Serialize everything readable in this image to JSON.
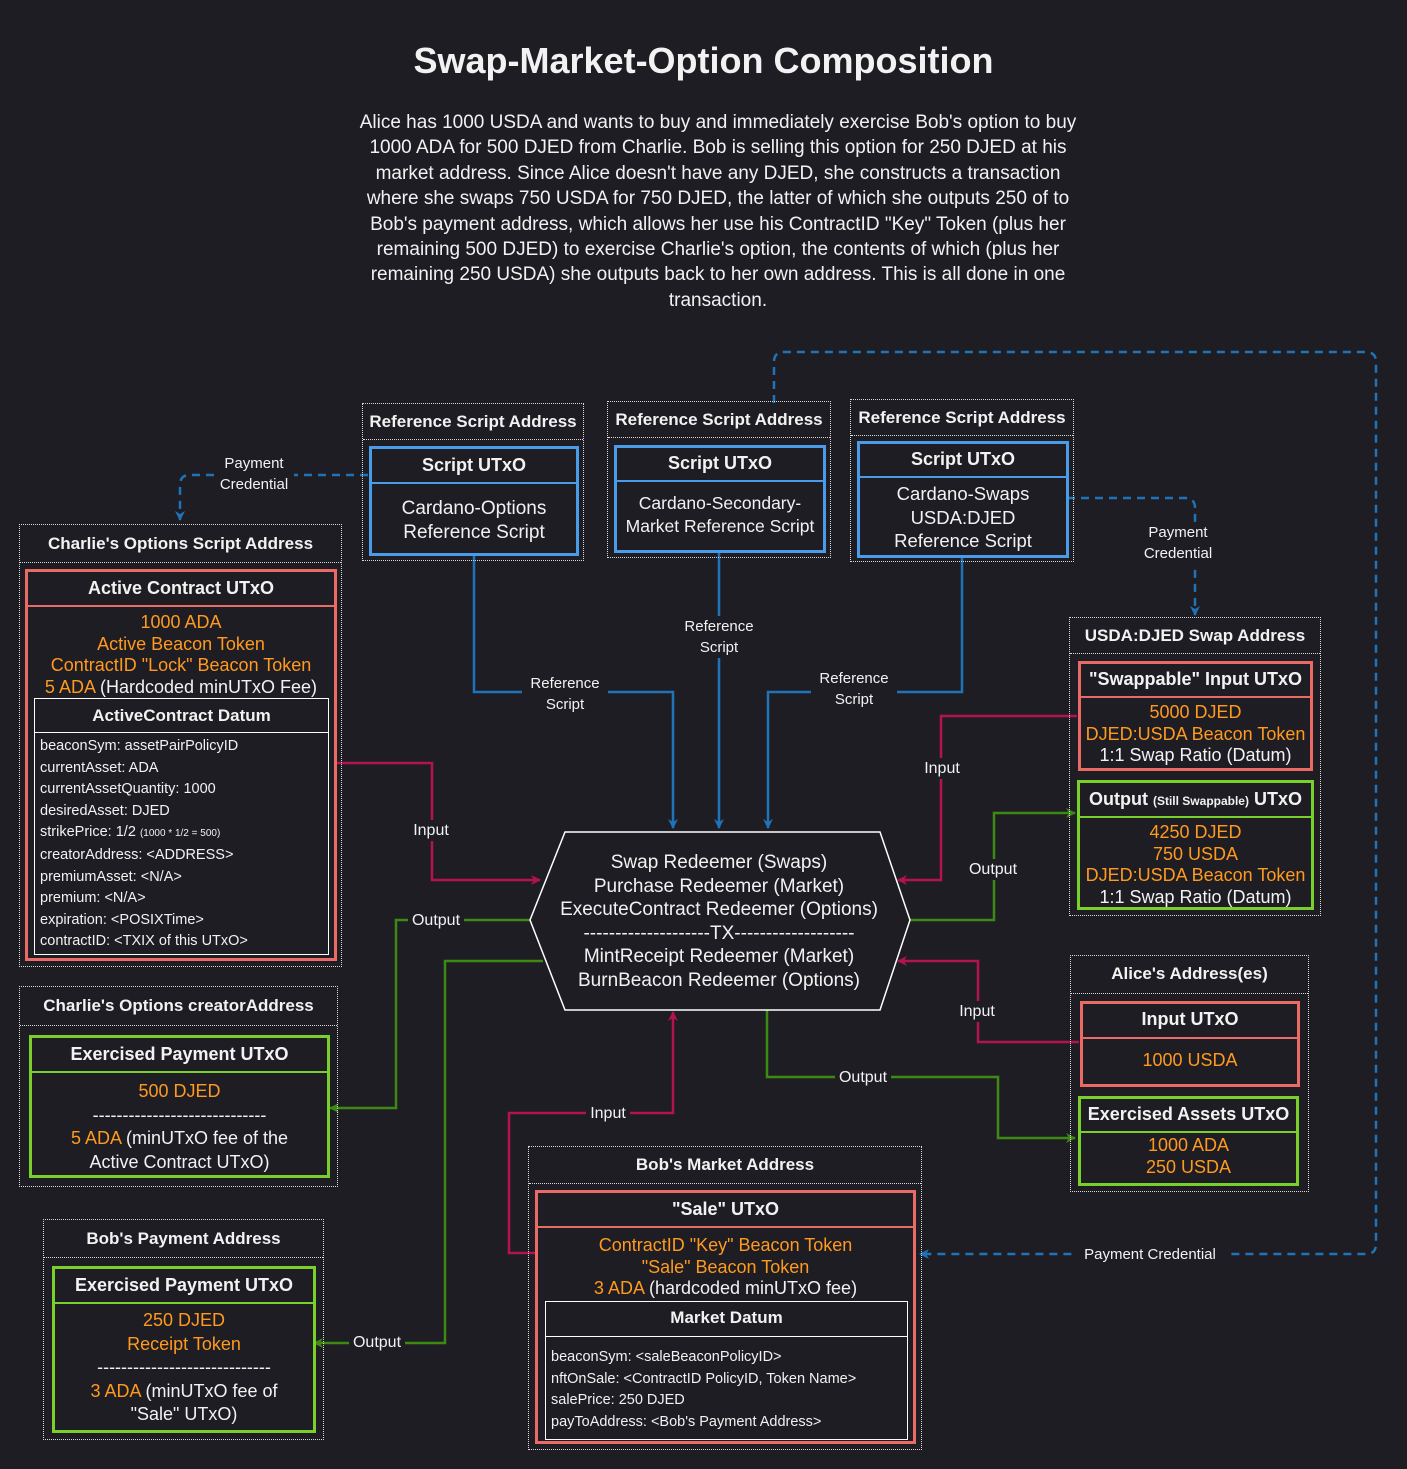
{
  "title": "Swap-Market-Option Composition",
  "description": "Alice has 1000 USDA and wants to buy and immediately exercise Bob's option to buy 1000 ADA for 500 DJED from Charlie. Bob is selling this option for 250 DJED at his market address. Since Alice doesn't have any DJED, she constructs a transaction where she swaps 750 USDA for 750 DJED, the latter of which she outputs 250 of to Bob's payment address, which allows her use his ContractID \"Key\" Token (plus her remaining 500 DJED) to exercise Charlie's option, the contents of which (plus her remaining 250 USDA) she outputs back to her own address. This is all done in one transaction.",
  "ref_scripts": [
    {
      "address": "Reference Script Address",
      "utxo": "Script UTxO",
      "body": [
        "Cardano-Options",
        "Reference Script"
      ]
    },
    {
      "address": "Reference Script Address",
      "utxo": "Script UTxO",
      "body": [
        "Cardano-Secondary-",
        "Market Reference Script"
      ]
    },
    {
      "address": "Reference Script Address",
      "utxo": "Script UTxO",
      "body": [
        "Cardano-Swaps",
        "USDA:DJED",
        "Reference Script"
      ]
    }
  ],
  "charlie_options": {
    "address": "Charlie's Options Script Address",
    "utxo_title": "Active Contract UTxO",
    "lines": [
      "1000 ADA",
      "Active Beacon Token",
      "ContractID \"Lock\" Beacon Token"
    ],
    "fee_amount": "5 ADA",
    "fee_note": "(Hardcoded minUTxO Fee)",
    "datum_title": "ActiveContract Datum",
    "datum_fields": [
      "beaconSym: assetPairPolicyID",
      "currentAsset: ADA",
      "currentAssetQuantity: 1000",
      "desiredAsset: DJED",
      "strikePrice: 1/2",
      "creatorAddress: <ADDRESS>",
      "premiumAsset: <N/A>",
      "premium: <N/A>",
      "expiration: <POSIXTime>",
      "contractID: <TXIX of this UTxO>"
    ],
    "strike_note": "(1000 * 1/2 = 500)"
  },
  "charlie_creator": {
    "address": "Charlie's Options creatorAddress",
    "utxo_title": "Exercised Payment UTxO",
    "amount": "500 DJED",
    "divider": "-----------------------------",
    "fee_amount": "5 ADA",
    "fee_note_1": "(minUTxO fee of the",
    "fee_note_2": "Active Contract UTxO)"
  },
  "bob_payment": {
    "address": "Bob's Payment Address",
    "utxo_title": "Exercised Payment UTxO",
    "lines": [
      "250 DJED",
      "Receipt Token"
    ],
    "divider": "-----------------------------",
    "fee_amount": "3 ADA",
    "fee_note_1": "(minUTxO fee of",
    "fee_note_2": "\"Sale\" UTxO)"
  },
  "bob_market": {
    "address": "Bob's Market Address",
    "utxo_title": "\"Sale\" UTxO",
    "lines": [
      "ContractID \"Key\" Beacon Token",
      "\"Sale\" Beacon Token"
    ],
    "fee_amount": "3 ADA",
    "fee_note": "(hardcoded minUTxO fee)",
    "datum_title": "Market Datum",
    "datum_fields": [
      "beaconSym: <saleBeaconPolicyID>",
      "nftOnSale: <ContractID PolicyID, Token Name>",
      "salePrice: 250 DJED",
      "payToAddress: <Bob's Payment Address>"
    ]
  },
  "swap_address": {
    "address": "USDA:DJED Swap Address",
    "input_title": "\"Swappable\" Input UTxO",
    "input_lines": [
      "5000 DJED",
      "DJED:USDA Beacon Token"
    ],
    "input_note": "1:1 Swap Ratio (Datum)",
    "output_title_a": "Output",
    "output_title_small": "(Still Swappable)",
    "output_title_b": "UTxO",
    "output_lines": [
      "4250 DJED",
      "750 USDA",
      "DJED:USDA Beacon Token"
    ],
    "output_note": "1:1 Swap Ratio (Datum)"
  },
  "alice": {
    "address": "Alice's Address(es)",
    "input_title": "Input UTxO",
    "input_amount": "1000 USDA",
    "output_title": "Exercised Assets UTxO",
    "output_lines": [
      "1000 ADA",
      "250 USDA"
    ]
  },
  "tx": {
    "lines": [
      "Swap Redeemer (Swaps)",
      "Purchase Redeemer (Market)",
      "ExecuteContract Redeemer (Options)",
      "--------------------TX-------------------",
      "MintReceipt Redeemer (Market)",
      "BurnBeacon Redeemer (Options)"
    ]
  },
  "edge_labels": {
    "payment_credential_1": "Payment",
    "payment_credential_2": "Credential",
    "payment_credential_full": "Payment Credential",
    "reference_1": "Reference",
    "reference_2": "Script",
    "input": "Input",
    "output": "Output"
  },
  "colors": {
    "background": "#1e1d24",
    "input_border": "#ea6b66",
    "output_border": "#7ad02a",
    "script_border": "#4a9be8",
    "asset_text": "#ff9a1f",
    "input_edge": "#b3134e",
    "output_edge": "#3d8a12",
    "ref_edge": "#1f74b8"
  }
}
